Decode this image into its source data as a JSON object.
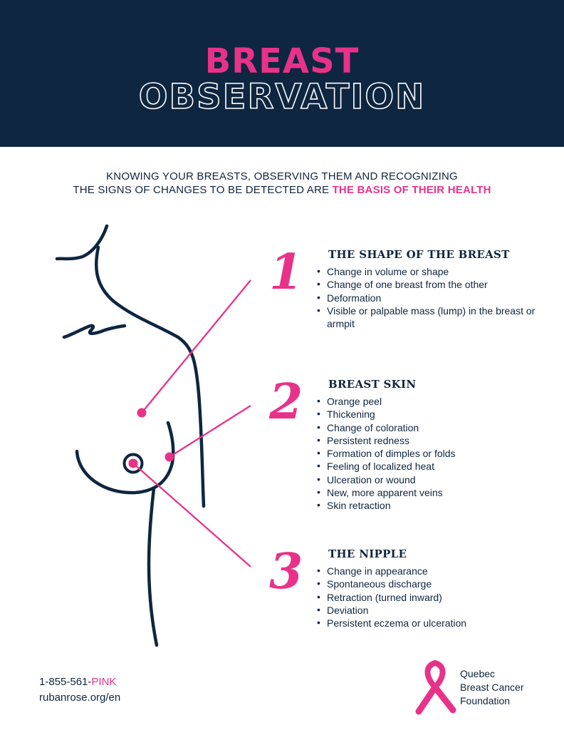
{
  "header": {
    "title_line1": "BREAST",
    "title_line2": "OBSERVATION"
  },
  "intro": {
    "line1": "KNOWING YOUR BREASTS, OBSERVING THEM AND RECOGNIZING",
    "line2_plain": "THE SIGNS OF CHANGES TO BE DETECTED ARE ",
    "line2_highlight": "THE BASIS OF THEIR HEALTH"
  },
  "sections": [
    {
      "number": "1",
      "title": "THE SHAPE OF THE BREAST",
      "items": [
        "Change in volume or shape",
        "Change of one breast from the other",
        "Deformation",
        "Visible or palpable mass (lump) in the breast or armpit"
      ]
    },
    {
      "number": "2",
      "title": "BREAST SKIN",
      "items": [
        "Orange peel",
        "Thickening",
        "Change of coloration",
        "Persistent redness",
        "Formation of dimples or folds",
        "Feeling of localized heat",
        "Ulceration or wound",
        "New, more apparent veins",
        "Skin retraction"
      ]
    },
    {
      "number": "3",
      "title": "THE NIPPLE",
      "items": [
        "Change in appearance",
        "Spontaneous discharge",
        "Retraction (turned inward)",
        "Deviation",
        "Persistent eczema or ulceration"
      ]
    }
  ],
  "footer": {
    "phone_prefix": "1-855-561-",
    "phone_suffix": "PINK",
    "website": "rubanrose.org/en",
    "org_line1": "Quebec",
    "org_line2": "Breast Cancer",
    "org_line3": "Foundation"
  },
  "colors": {
    "navy": "#0e2640",
    "pink": "#e8328a",
    "white": "#ffffff"
  },
  "icons": [
    "breast-outline-illustration",
    "pink-ribbon-icon"
  ]
}
